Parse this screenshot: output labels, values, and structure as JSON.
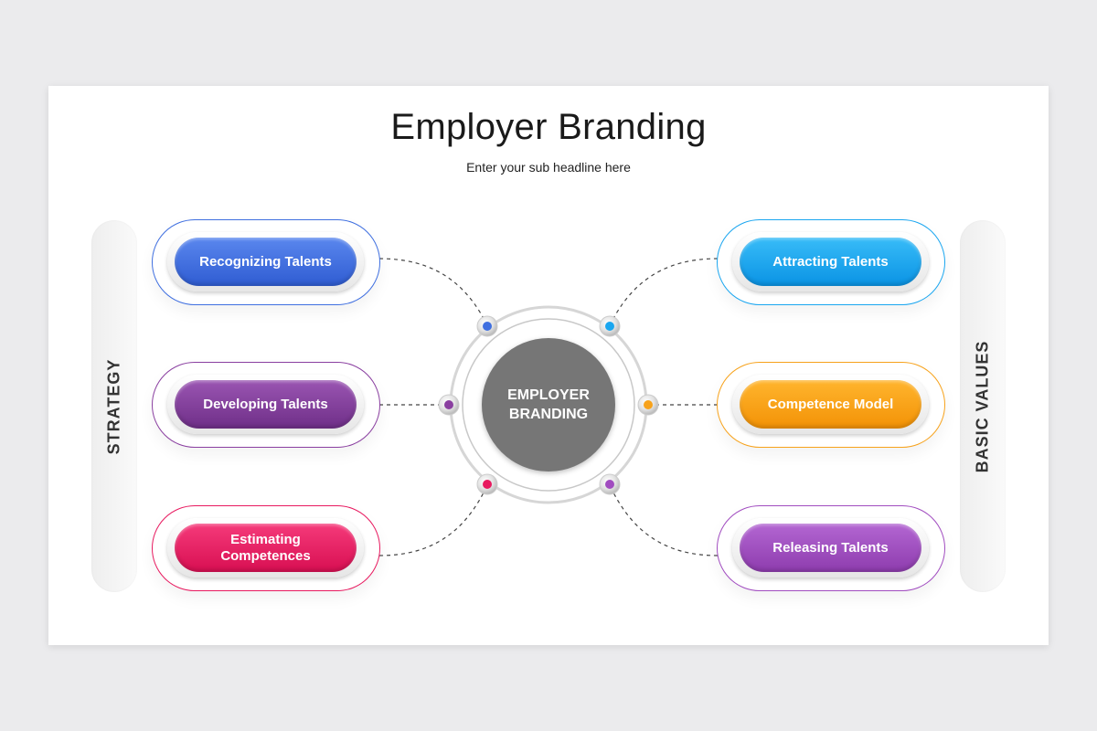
{
  "header": {
    "title": "Employer Branding",
    "subtitle": "Enter your sub headline here"
  },
  "side_labels": {
    "left": "STRATEGY",
    "right": "BASIC VALUES"
  },
  "hub": {
    "label": "EMPLOYER BRANDING"
  },
  "nodes": {
    "left": [
      {
        "label": "Recognizing Talents",
        "color": "#3f6fe0"
      },
      {
        "label": "Developing Talents",
        "color": "#8a3fa0"
      },
      {
        "label": "Estimating Competences",
        "color": "#e8195f"
      }
    ],
    "right": [
      {
        "label": "Attracting Talents",
        "color": "#1aa6f0"
      },
      {
        "label": "Competence Model",
        "color": "#f7a21b"
      },
      {
        "label": "Releasing Talents",
        "color": "#a14cc0"
      }
    ]
  },
  "colors": {
    "background": "#ebebed",
    "slide": "#ffffff",
    "hub": "#767676",
    "connector": "#444444"
  }
}
